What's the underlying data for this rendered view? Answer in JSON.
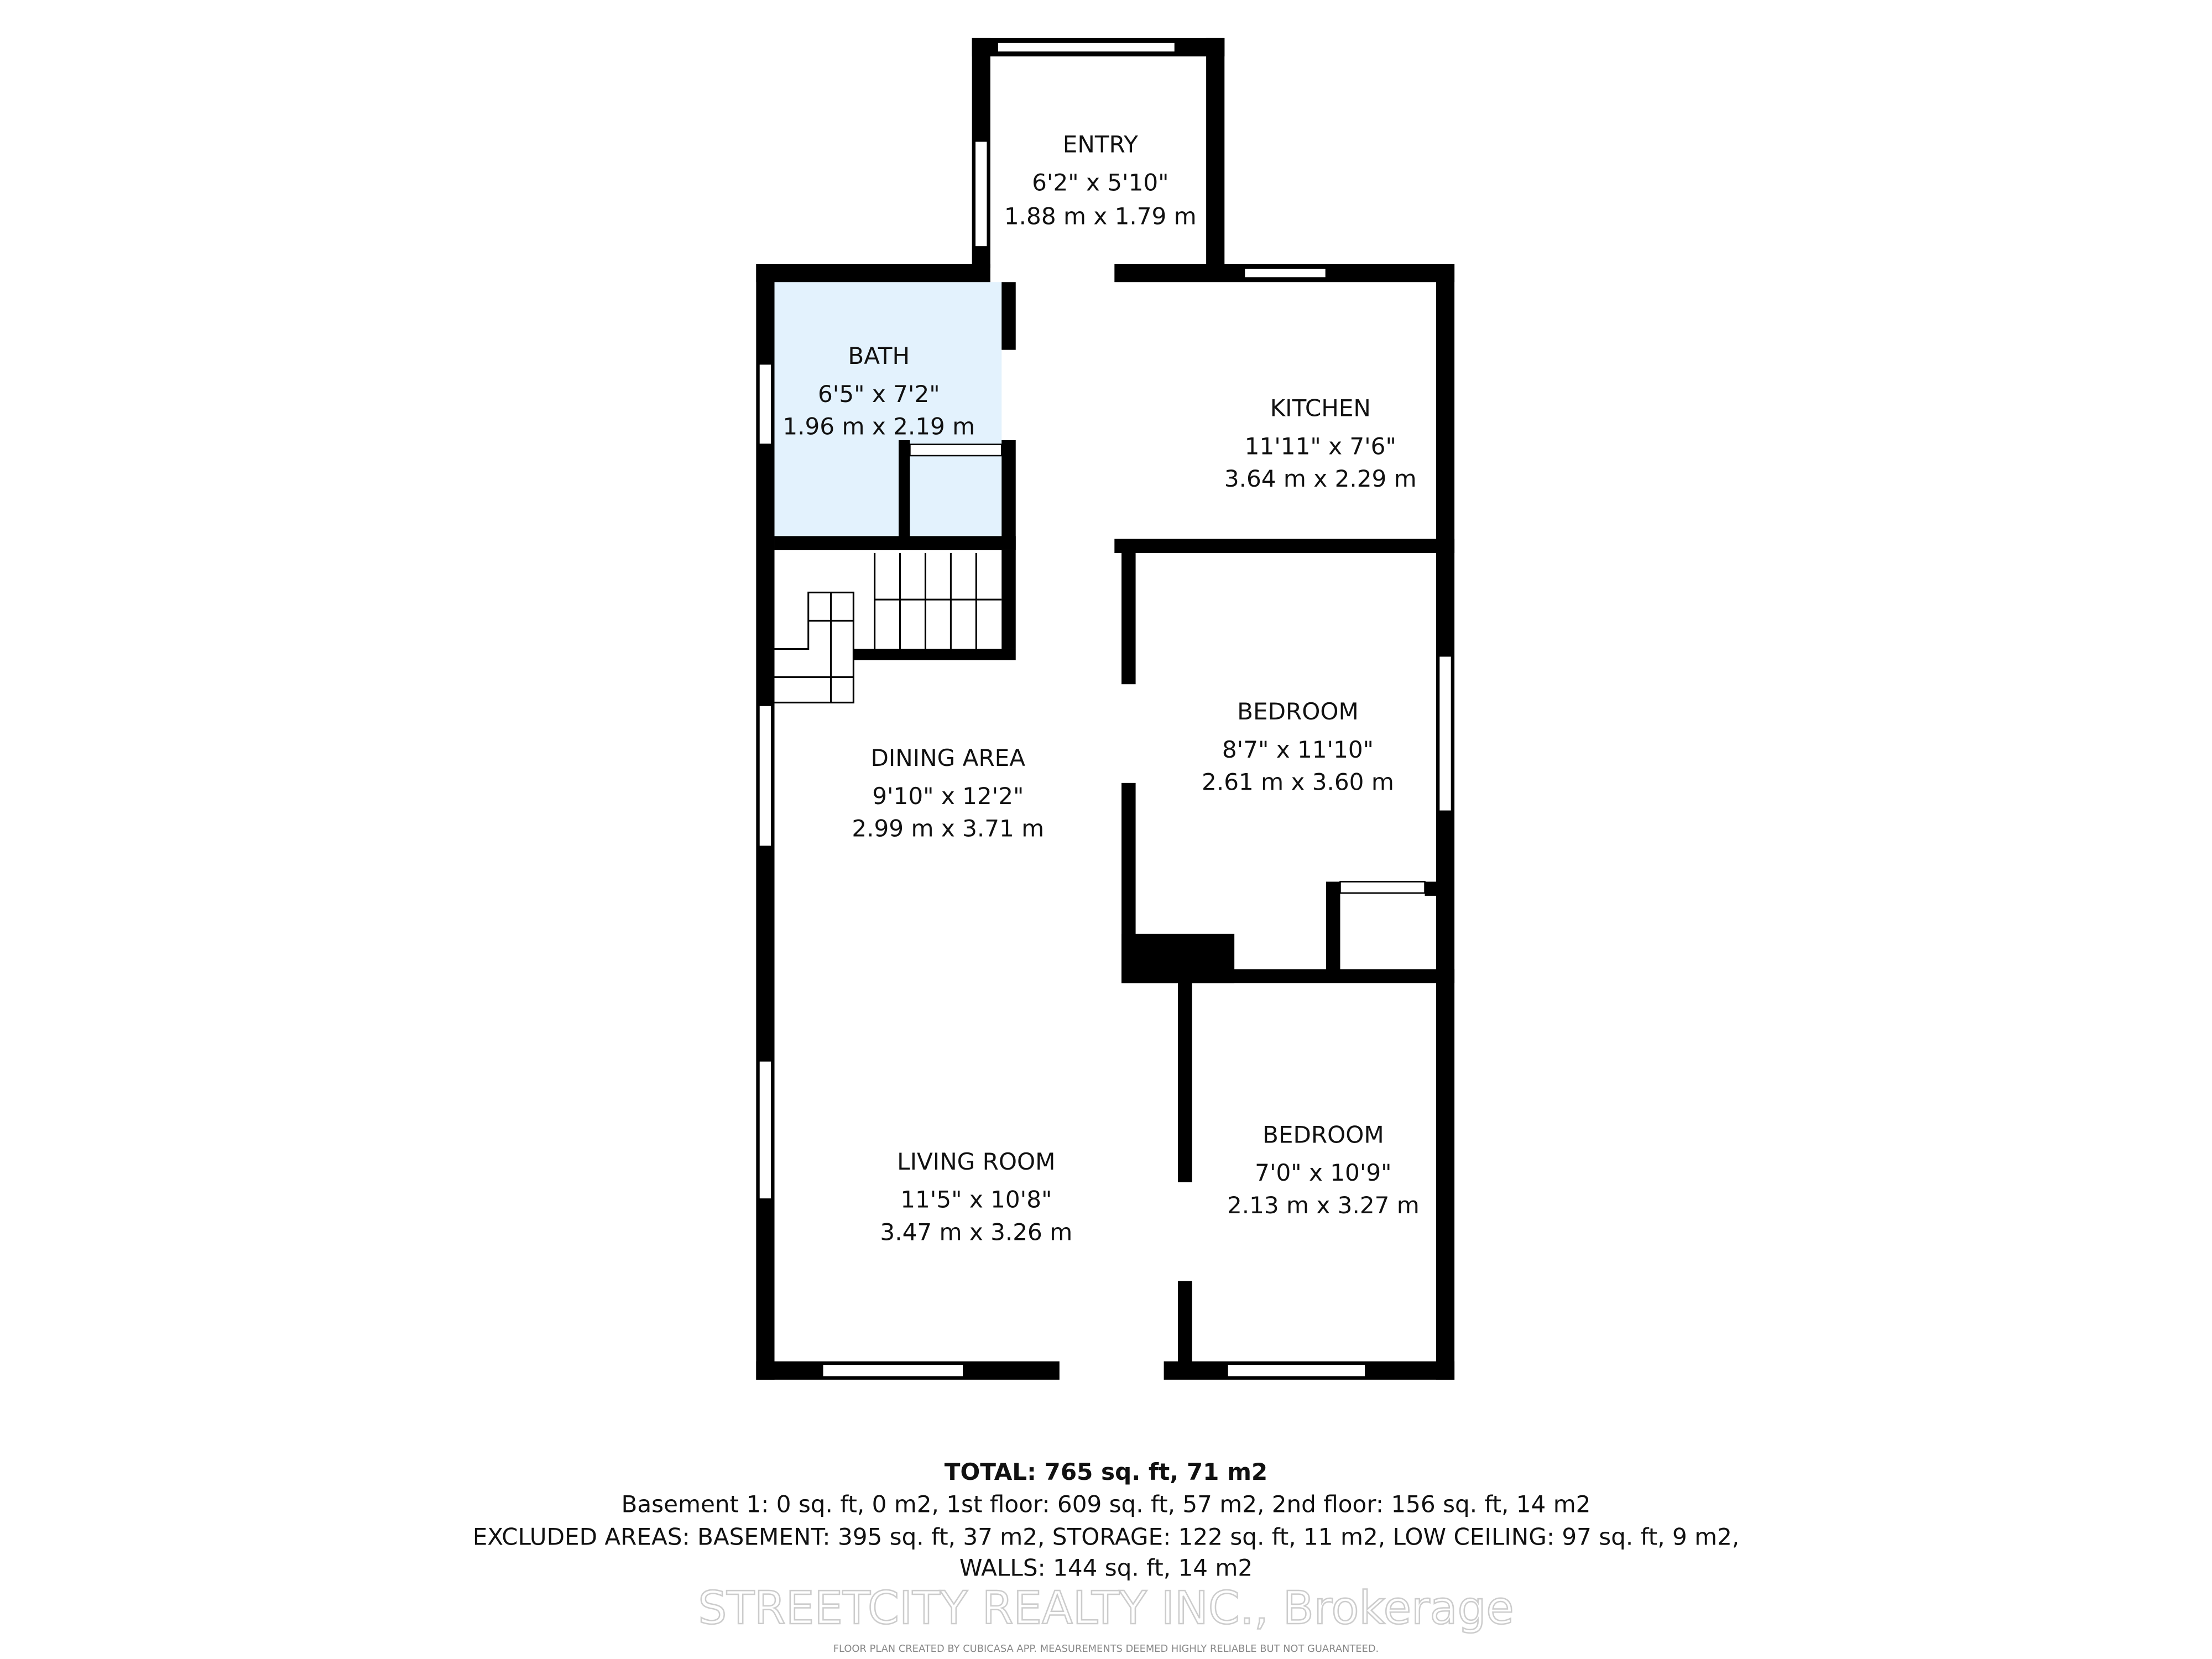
{
  "rooms": {
    "entry": {
      "name": "ENTRY",
      "imperial": "6'2\" x 5'10\"",
      "metric": "1.88 m x 1.79 m"
    },
    "bath": {
      "name": "BATH",
      "imperial": "6'5\" x 7'2\"",
      "metric": "1.96 m x 2.19 m"
    },
    "kitchen": {
      "name": "KITCHEN",
      "imperial": "11'11\" x 7'6\"",
      "metric": "3.64 m x 2.29 m"
    },
    "bedroom1": {
      "name": "BEDROOM",
      "imperial": "8'7\" x 11'10\"",
      "metric": "2.61 m x 3.60 m"
    },
    "dining": {
      "name": "DINING AREA",
      "imperial": "9'10\" x 12'2\"",
      "metric": "2.99 m x 3.71 m"
    },
    "living": {
      "name": "LIVING ROOM",
      "imperial": "11'5\" x 10'8\"",
      "metric": "3.47 m x 3.26 m"
    },
    "bedroom2": {
      "name": "BEDROOM",
      "imperial": "7'0\" x 10'9\"",
      "metric": "2.13 m x 3.27 m"
    }
  },
  "colors": {
    "bath_fill": "#e3f2fd",
    "wall": "#000000"
  },
  "summary": {
    "total": "TOTAL: 765 sq. ft, 71 m2",
    "line1": "Basement 1: 0 sq. ft, 0 m2, 1st floor: 609 sq. ft, 57 m2, 2nd floor: 156 sq. ft, 14 m2",
    "line2": "EXCLUDED AREAS: BASEMENT: 395 sq. ft, 37 m2, STORAGE: 122 sq. ft, 11 m2, LOW CEILING: 97 sq. ft, 9 m2,",
    "line3": "WALLS: 144 sq. ft, 14 m2"
  },
  "watermark": "STREETCITY REALTY INC., Brokerage",
  "disclaimer": "FLOOR PLAN CREATED BY CUBICASA APP. MEASUREMENTS DEEMED HIGHLY RELIABLE BUT NOT GUARANTEED."
}
